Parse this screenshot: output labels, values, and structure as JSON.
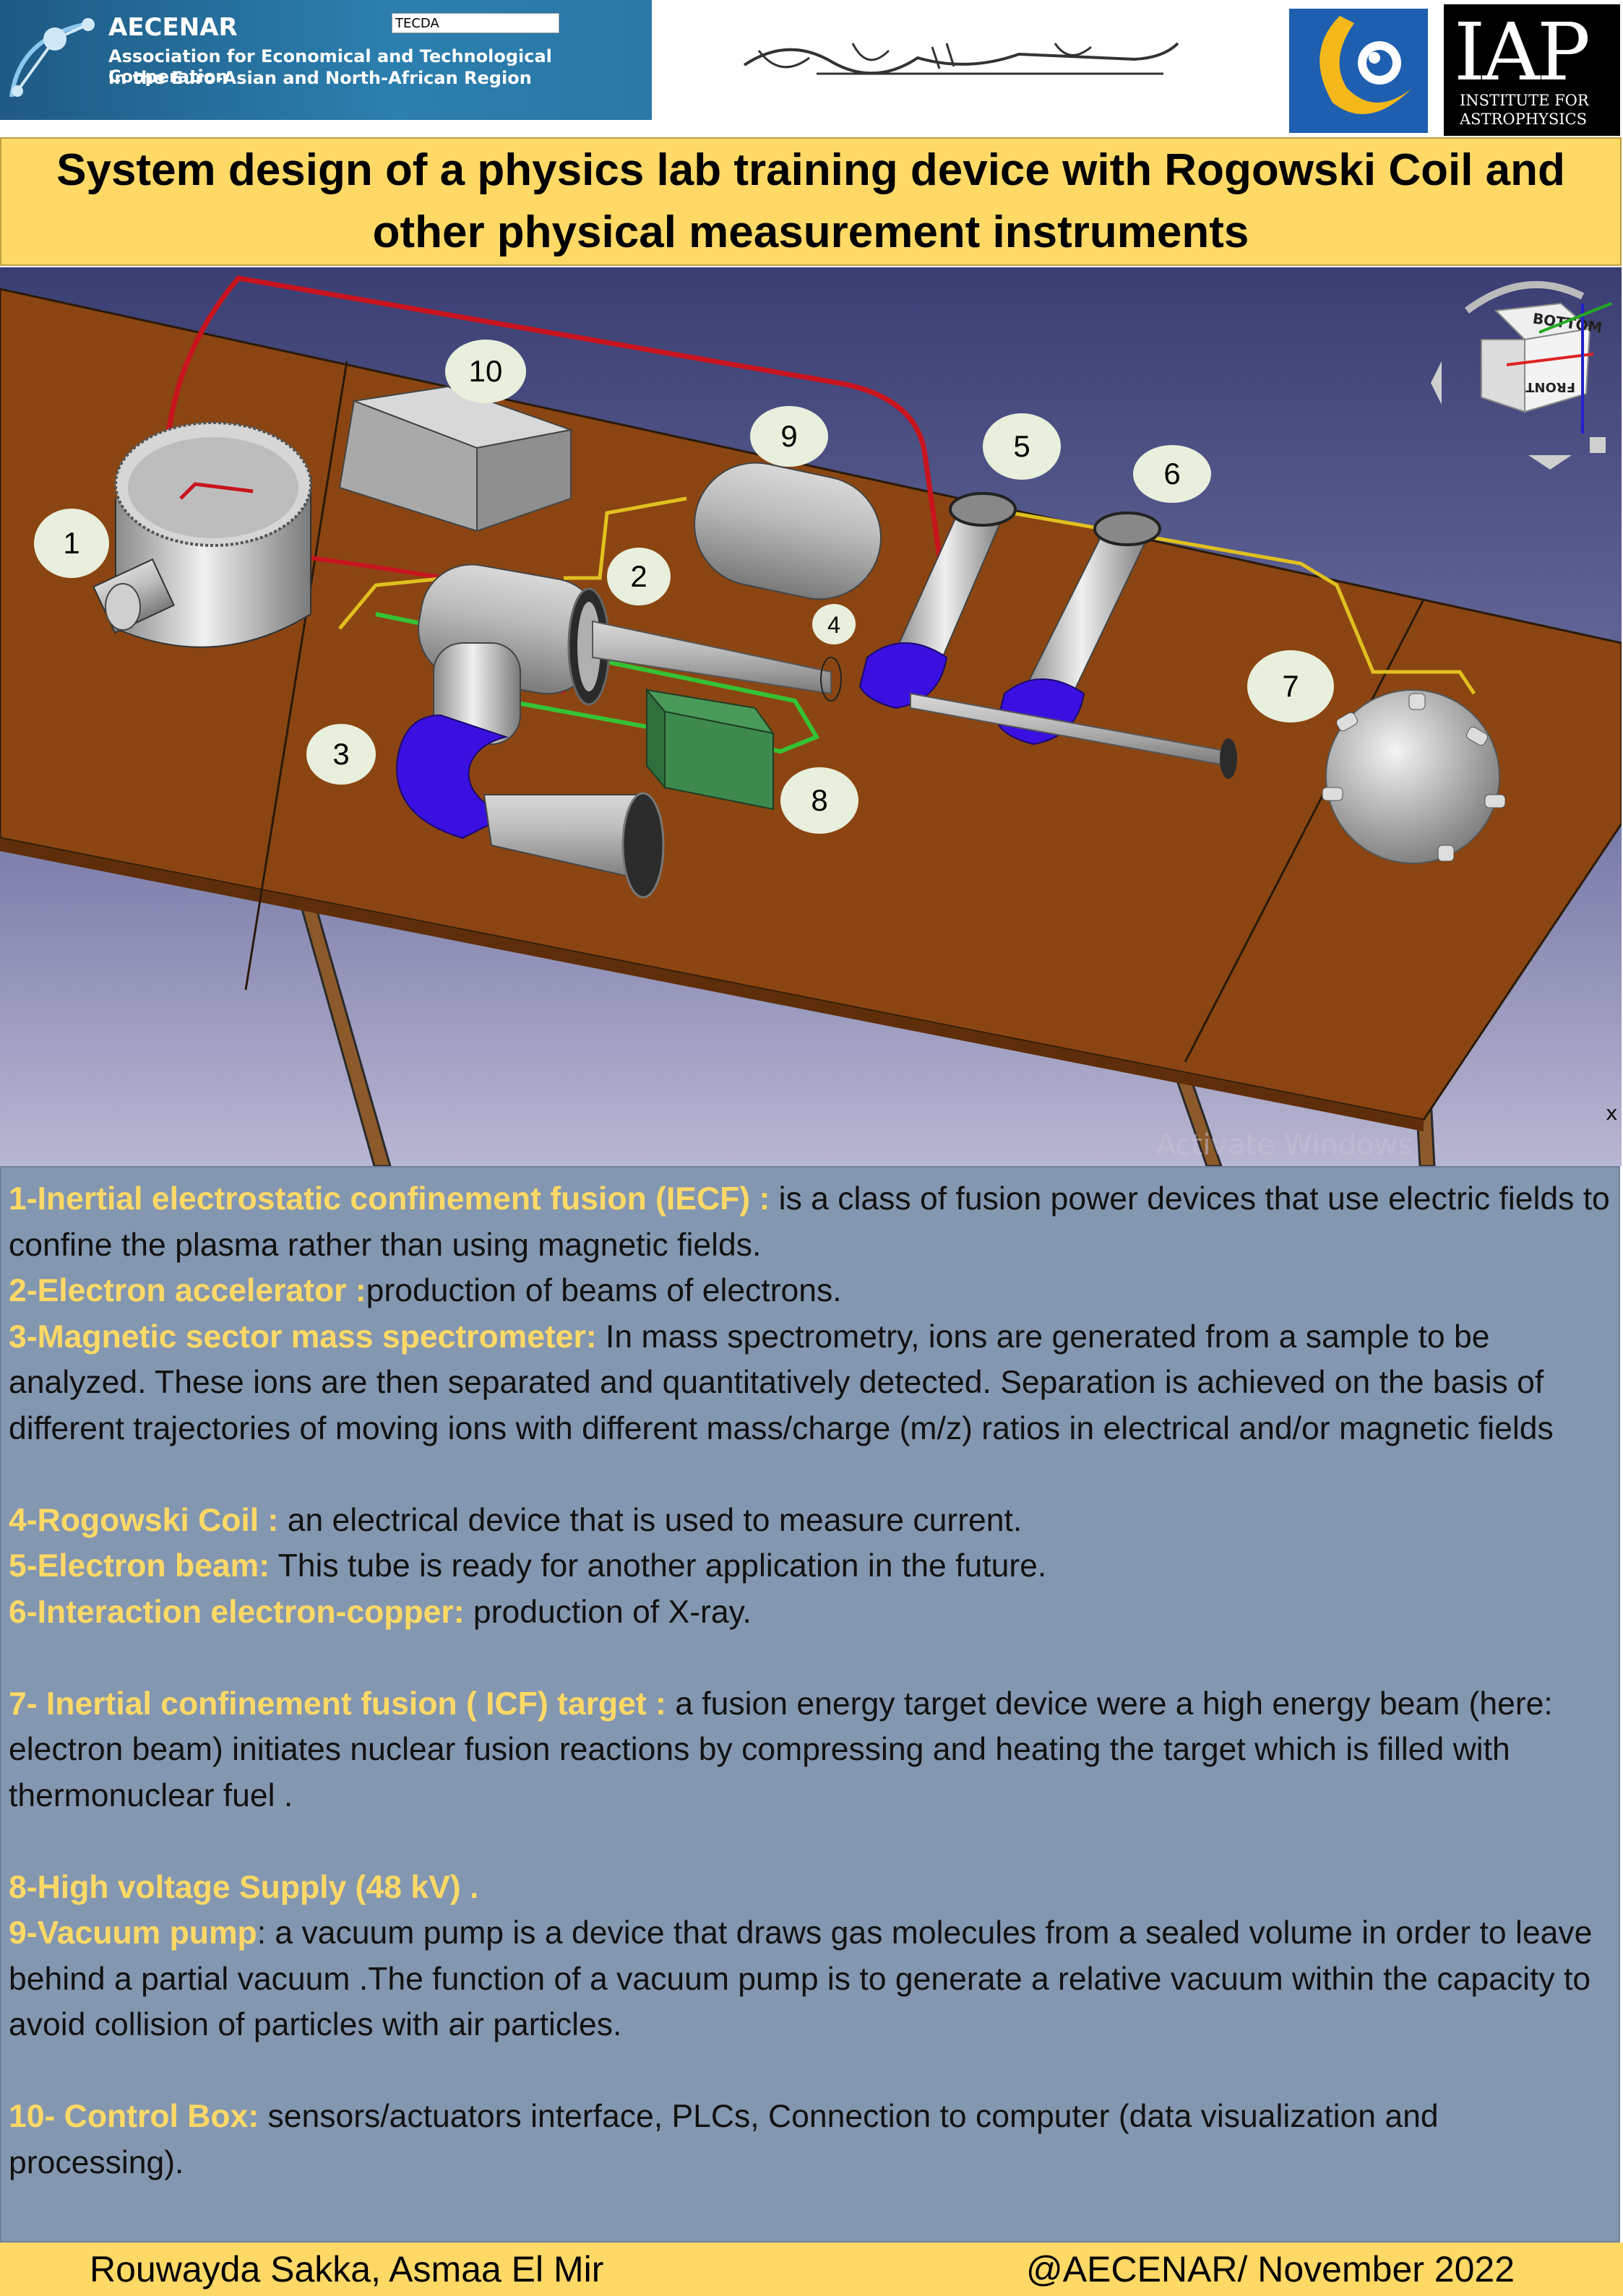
{
  "header": {
    "org_name": "AECENAR",
    "org_line1": "Association for Economical and Technological Cooperation",
    "org_line2": "in the Euro-Asian and North-African Region",
    "input_value": "TECDA",
    "iap_logo_text": "IAP",
    "iap_logo_sub1": "INSTITUTE FOR",
    "iap_logo_sub2": "ASTROPHYSICS"
  },
  "title": "System design of a physics lab training device with Rogowski Coil and other physical measurement instruments",
  "viewer": {
    "labels": [
      "1",
      "2",
      "3",
      "4",
      "5",
      "6",
      "7",
      "8",
      "9",
      "10"
    ],
    "cube_top": "BOTTOM",
    "cube_front": "FRONT",
    "axis_x": "x",
    "watermark": "Activate Windows"
  },
  "descriptions": [
    {
      "term": "1-Inertial electrostatic confinement fusion (IECF) :",
      "text": " is a class of fusion power devices that use electric fields to confine the plasma  rather than using magnetic fields."
    },
    {
      "term": "2-Electron accelerator :",
      "text": "production of beams of electrons."
    },
    {
      "term": "3-Magnetic sector mass spectrometer:",
      "text": " In mass spectrometry, ions are generated from a sample to be analyzed. These ions are then separated and quantitatively detected. Separation is achieved on the basis of different trajectories of moving ions with different mass/charge (m/z) ratios in electrical and/or magnetic fields"
    },
    {
      "term": "4-Rogowski Coil :",
      "text": "  an electrical device that is used to measure current."
    },
    {
      "term": "5-Electron beam:",
      "text": " This tube is ready for another application in the future."
    },
    {
      "term": "6-Interaction electron-copper:",
      "text": " production of X-ray."
    },
    {
      "term": "7- Inertial confinement fusion ( ICF) target :",
      "text": " a fusion energy target device were a high energy beam (here: electron beam)  initiates nuclear fusion reactions by compressing and heating the target which is filled with thermonuclear  fuel ."
    },
    {
      "term": "8-High voltage Supply (48 kV) .",
      "text": ""
    },
    {
      "term": "9-Vacuum pump",
      "text": ": a vacuum pump is a device that draws gas molecules from a sealed volume in order to leave behind a partial vacuum .The function of a vacuum pump is to generate a relative vacuum within the capacity to avoid collision of particles with air particles."
    },
    {
      "term": "10- Control Box:",
      "text": " sensors/actuators interface, PLCs, Connection to computer (data visualization and processing)."
    }
  ],
  "footer": {
    "authors": "Rouwayda Sakka, Asmaa El Mir",
    "credit": "@AECENAR/ November 2022"
  }
}
